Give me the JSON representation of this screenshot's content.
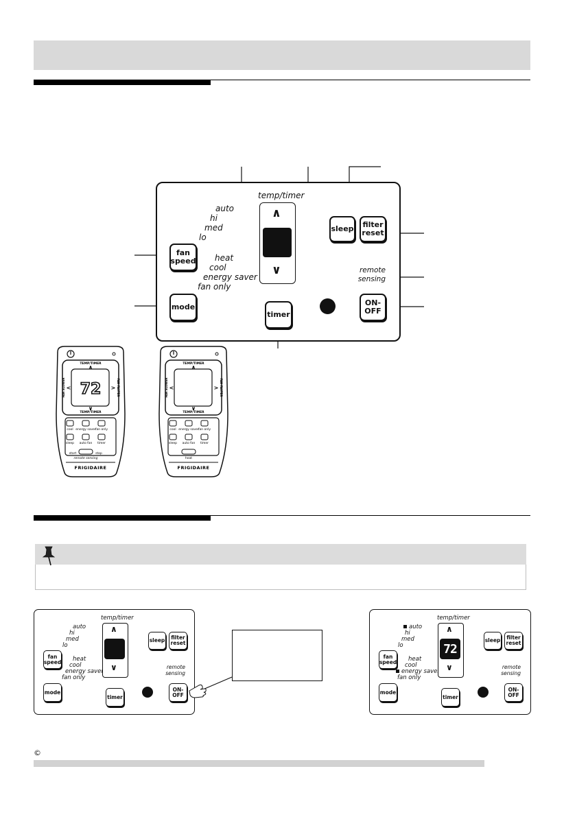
{
  "main_panel": {
    "temp_timer_label": "temp/timer",
    "fan_speed_options": [
      "auto",
      "hi",
      "med",
      "lo"
    ],
    "mode_options": [
      "heat",
      "cool",
      "energy saver",
      "fan only"
    ],
    "buttons": {
      "fan_speed": "fan speed",
      "mode": "mode",
      "timer": "timer",
      "sleep": "sleep",
      "filter_reset": "filter reset",
      "on_off": "ON-OFF"
    },
    "remote_sensing_label": "remote sensing",
    "up_glyph": "∧",
    "down_glyph": "∨"
  },
  "remote_a": {
    "display_value": "72",
    "temp_timer_top": "TEMP/TIMER",
    "temp_timer_bottom": "TEMP/TIMER",
    "fan_slower": "FAN SLOWER",
    "fan_faster": "FAN FASTER",
    "keys": [
      "cool",
      "energy saver",
      "fan only",
      "sleep",
      "auto fan",
      "timer"
    ],
    "start": "start",
    "stop": "stop",
    "remote_sensing": "remote sensing",
    "brand": "FRIGIDAIRE"
  },
  "remote_b": {
    "temp_timer_top": "TEMP/TIMER",
    "temp_timer_bottom": "TEMP/TIMER",
    "fan_slower": "FAN SLOWER",
    "fan_faster": "FAN FASTER",
    "keys": [
      "cool",
      "energy saver",
      "fan only",
      "sleep",
      "auto fan",
      "timer"
    ],
    "heat": "heat",
    "brand": "FRIGIDAIRE"
  },
  "small_panel_right": {
    "display_value": "72",
    "active_fan_option": "auto",
    "active_mode_option": "energy saver"
  },
  "footer": {
    "copyright_symbol": "©"
  },
  "colors": {
    "header_band": "#d9d9d9",
    "note_bar": "#dcdcdc",
    "footer_bar": "#d2d2d2",
    "ink": "#111111"
  },
  "icons": {
    "note": "pushpin-icon",
    "press": "pointing-hand-icon"
  }
}
